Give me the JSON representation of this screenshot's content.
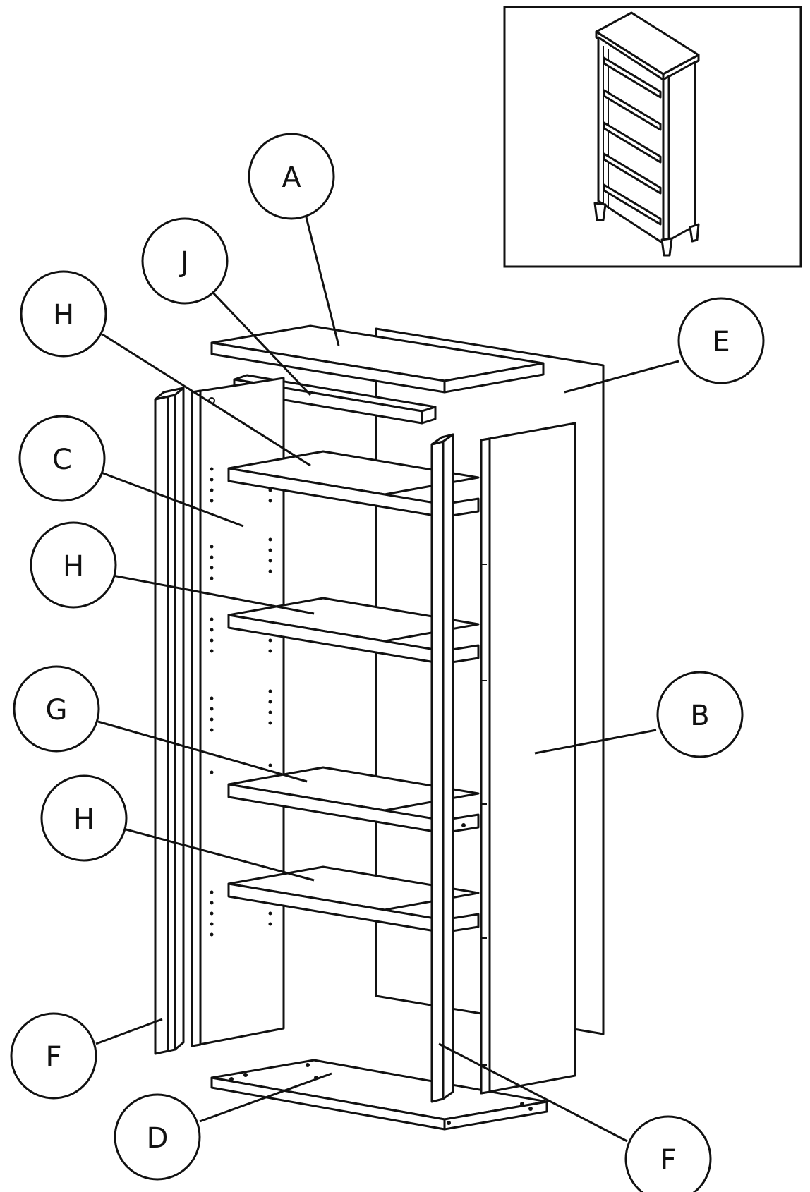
{
  "callouts": [
    {
      "id": "A",
      "label": "A",
      "part": "top-panel"
    },
    {
      "id": "J",
      "label": "J",
      "part": "top-rail"
    },
    {
      "id": "H1",
      "label": "H",
      "part": "shelf-1"
    },
    {
      "id": "C",
      "label": "C",
      "part": "left-side-panel"
    },
    {
      "id": "H2",
      "label": "H",
      "part": "shelf-2"
    },
    {
      "id": "G",
      "label": "G",
      "part": "fixed-shelf"
    },
    {
      "id": "H3",
      "label": "H",
      "part": "shelf-4"
    },
    {
      "id": "F1",
      "label": "F",
      "part": "left-front-post"
    },
    {
      "id": "D",
      "label": "D",
      "part": "bottom-panel"
    },
    {
      "id": "F2",
      "label": "F",
      "part": "right-front-post"
    },
    {
      "id": "B",
      "label": "B",
      "part": "right-side-panel"
    },
    {
      "id": "E",
      "label": "E",
      "part": "back-panel"
    }
  ],
  "inset": {
    "caption": "",
    "depicts": "assembled-bookcase"
  },
  "colors": {
    "line": "#111111",
    "background": "#ffffff"
  }
}
